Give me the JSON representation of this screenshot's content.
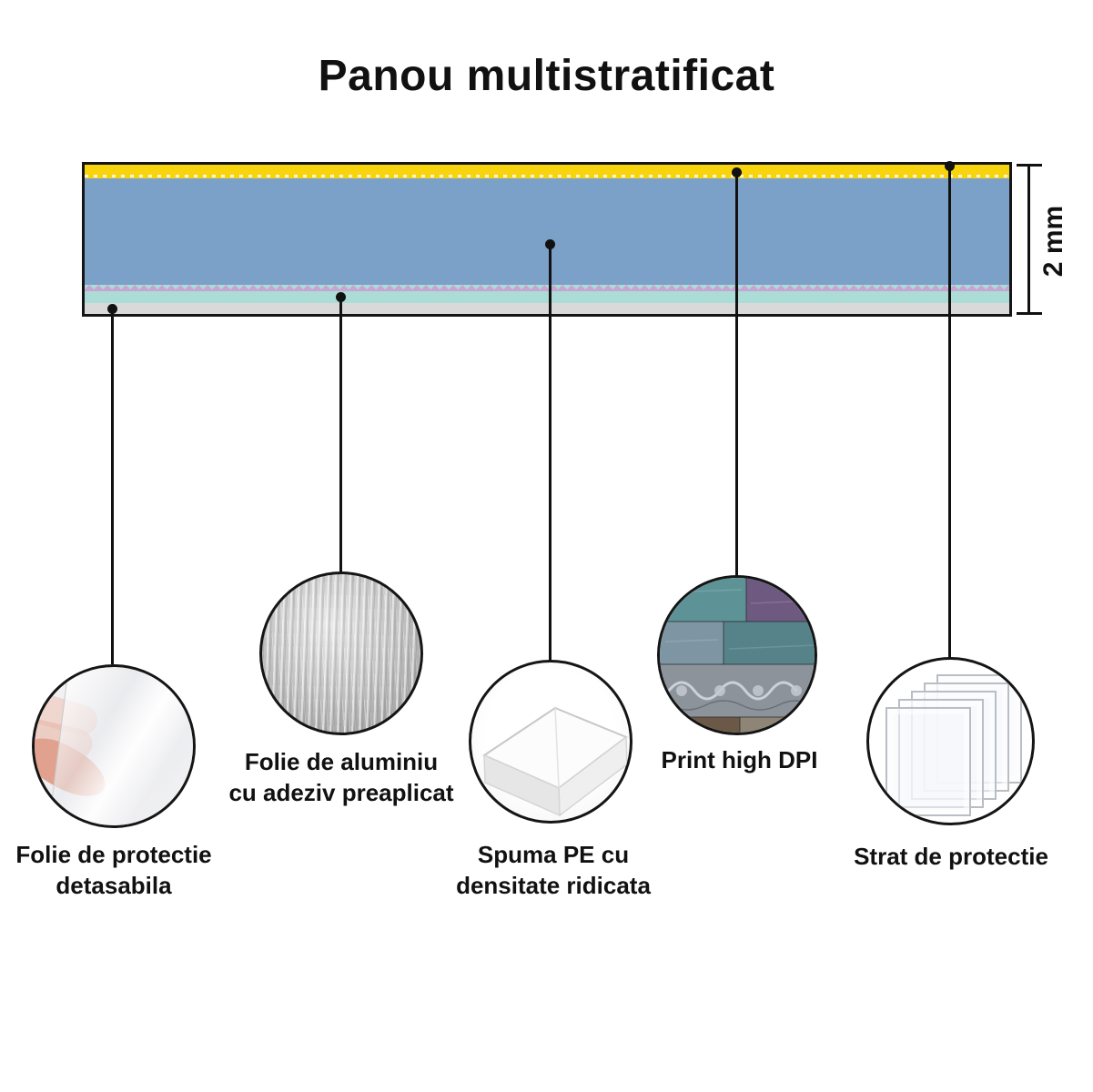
{
  "title": "Panou multistratificat",
  "dimension": {
    "label": "2 mm"
  },
  "panel": {
    "border_color": "#151515",
    "layer_colors": {
      "top_coating": "#F7D40E",
      "body": "#7CA1C9",
      "foam": "#ABDCD6",
      "base_film": "#D9D9D9"
    }
  },
  "callouts": [
    {
      "id": "folie-protectie-detasabila",
      "line1": "Folie de protectie",
      "line2": "detasabila",
      "icon": "hand-holding-transparent-film"
    },
    {
      "id": "folie-aluminiu",
      "line1": "Folie de aluminiu",
      "line2": "cu adeziv preaplicat",
      "icon": "aluminum-foil-texture"
    },
    {
      "id": "spuma-pe",
      "line1": "Spuma PE cu",
      "line2": "densitate ridicata",
      "icon": "white-pe-foam-corner"
    },
    {
      "id": "print-high-dpi",
      "line1": "Print high DPI",
      "line2": "",
      "icon": "printed-wood-pattern"
    },
    {
      "id": "strat-protectie",
      "line1": "Strat de protectie",
      "line2": "",
      "icon": "stacked-protective-sheets"
    }
  ]
}
